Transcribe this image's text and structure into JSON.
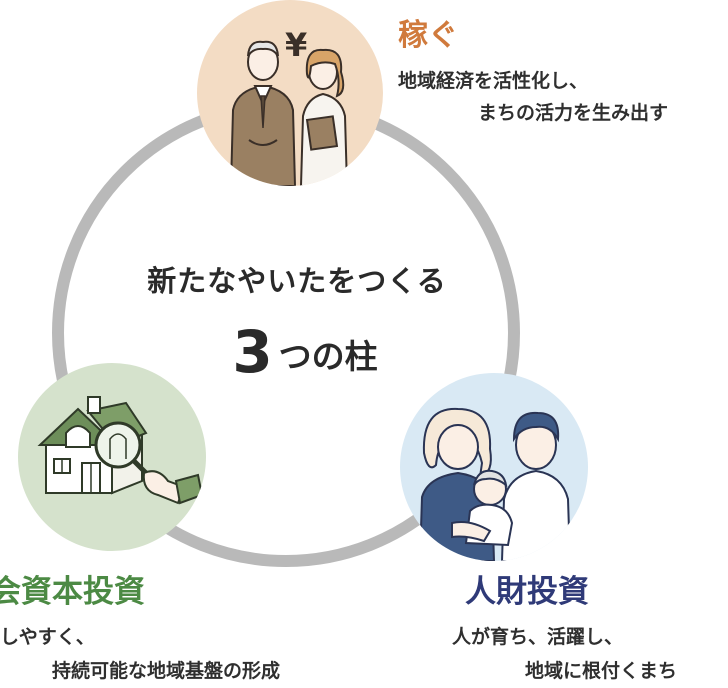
{
  "center": {
    "subtitle": "新たなやいたをつくる",
    "number": "3",
    "label": "つの柱"
  },
  "pillars": [
    {
      "title": "稼ぐ",
      "desc1": "地域経済を活性化し、",
      "desc2": "まちの活力を生み出す",
      "color": "#d07a3c",
      "circle_color": "#f3dcc4",
      "icon": "business-people-yen-icon"
    },
    {
      "title": "会資本投資",
      "desc1": "しやすく、",
      "desc2": "持続可能な地域基盤の形成",
      "color": "#4c8a44",
      "circle_color": "#d5e2cc",
      "icon": "house-magnifier-icon"
    },
    {
      "title": "人財投資",
      "desc1": "人が育ち、活躍し、",
      "desc2": "地域に根付くまち",
      "color": "#2f3a78",
      "circle_color": "#d9e9f4",
      "icon": "family-icon"
    }
  ],
  "colors": {
    "ring": "#b9b9b9",
    "text": "#2a2a2a"
  }
}
